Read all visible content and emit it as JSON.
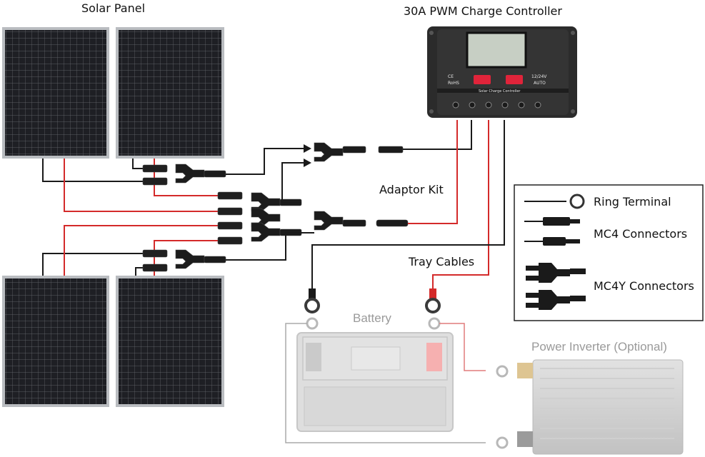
{
  "labels": {
    "solar_panel": "Solar Panel",
    "controller": "30A PWM Charge Controller",
    "adaptor_kit": "Adaptor Kit",
    "tray_cables": "Tray Cables",
    "battery": "Battery",
    "inverter": "Power Inverter (Optional)"
  },
  "controller_face": {
    "ce": "CE",
    "rohs": "RoHS",
    "voltage": "12/24V",
    "mode": "AUTO",
    "brand": "Solar Charge Controller"
  },
  "legend": {
    "ring_terminal": "Ring Terminal",
    "mc4": "MC4 Connectors",
    "mc4y": "MC4Y Connectors"
  },
  "colors": {
    "positive_wire": "#d42a2a",
    "negative_wire": "#1a1a1a",
    "panel_cell": "#1e1f24",
    "panel_frame": "#b9bcc0",
    "controller_body": "#2b2b2b",
    "controller_button": "#e0243a",
    "faded_component": "#a8a8a8"
  }
}
